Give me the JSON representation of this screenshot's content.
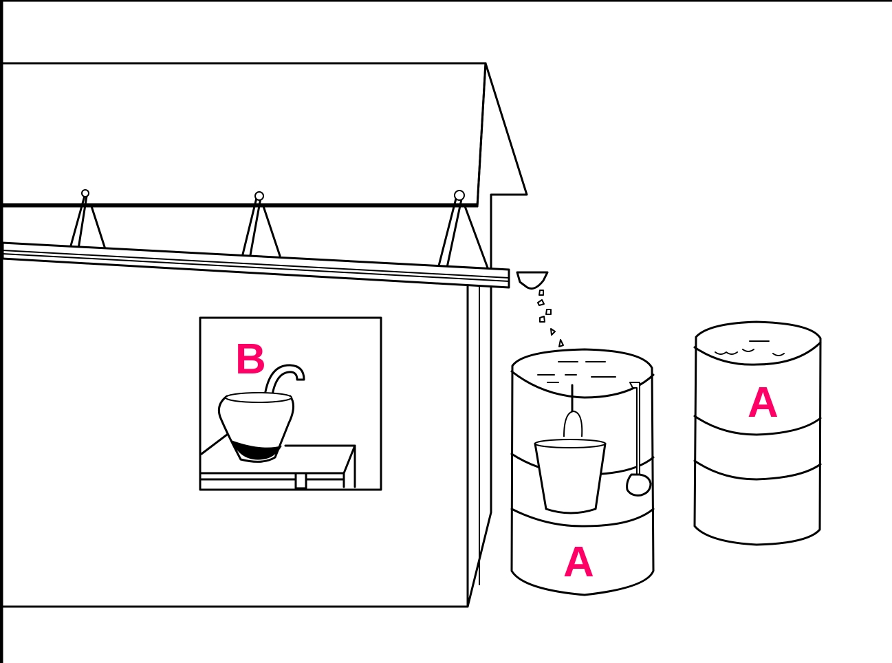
{
  "labels": {
    "window_container": "B",
    "front_barrel": "A",
    "back_barrel": "A"
  },
  "colors": {
    "label": "#ff0066",
    "line": "#000000",
    "background": "#ffffff"
  }
}
